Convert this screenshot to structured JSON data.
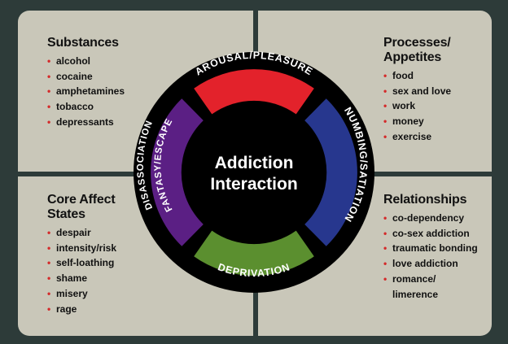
{
  "center": {
    "line1": "Addiction",
    "line2": "Interaction"
  },
  "ring": {
    "top": "AROUSAL/PLEASURE",
    "right": "NUMBING/SATIATION",
    "bottom": "DEPRIVATION",
    "left_line1": "DISASSOCIATION",
    "left_line2": "FANTASY/ESCAPE"
  },
  "colors": {
    "top": "#e3222b",
    "right": "#27378e",
    "bottom": "#5b8f2f",
    "left": "#5b1f84",
    "bullet": "#d42a2a",
    "panel": "#c9c7b9",
    "background": "#2d3b39"
  },
  "quadrants": {
    "substances": {
      "title_lines": [
        "Substances"
      ],
      "items": [
        "alcohol",
        "cocaine",
        "amphetamines",
        "tobacco",
        "depressants"
      ]
    },
    "processes": {
      "title_lines": [
        "Processes/",
        "Appetites"
      ],
      "items": [
        "food",
        "sex and love",
        "work",
        "money",
        "exercise"
      ]
    },
    "core_affect": {
      "title_lines": [
        "Core Affect",
        "States"
      ],
      "items": [
        "despair",
        "intensity/risk",
        "self-loathing",
        "shame",
        "misery",
        "rage"
      ]
    },
    "relationships": {
      "title_lines": [
        "Relationships"
      ],
      "items": [
        "co-dependency",
        "co-sex addiction",
        "traumatic bonding",
        "love addiction",
        "romance/",
        "limerence"
      ],
      "continuation_index": 5
    }
  }
}
